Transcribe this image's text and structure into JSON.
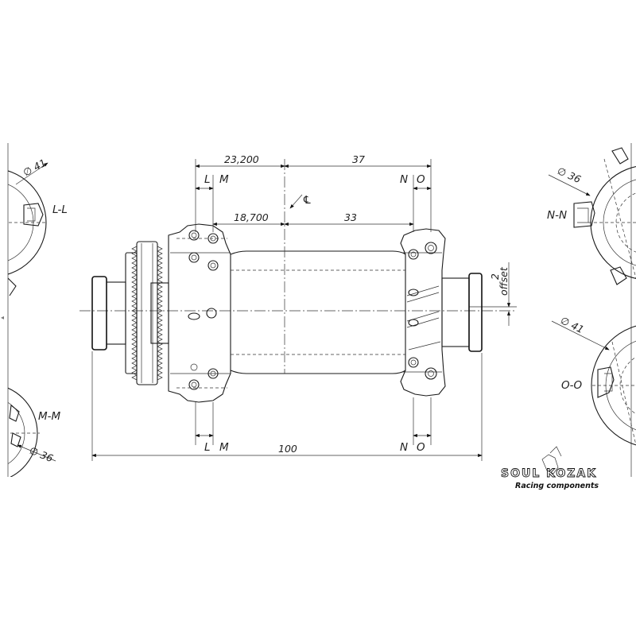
{
  "dimensions": {
    "overall_left_to_flange": "23,200",
    "overall_right_to_flange": "37",
    "inner_left": "18,700",
    "inner_right": "33",
    "total_length": "100",
    "offset_value": "2",
    "offset_label": "offset",
    "centerline_symbol": "℄"
  },
  "section_markers": {
    "top": [
      "L",
      "M",
      "N",
      "O"
    ],
    "bottom": [
      "L",
      "M",
      "N",
      "O"
    ]
  },
  "sections": {
    "ll": {
      "label": "L-L",
      "diameter": "∅ 41"
    },
    "mm": {
      "label": "M-M",
      "diameter": "∅ 36"
    },
    "nn": {
      "label": "N-N",
      "diameter": "∅ 36"
    },
    "oo": {
      "label": "O-O",
      "diameter": "∅ 41"
    }
  },
  "logo": {
    "brand": "SOUL KOZAK",
    "tagline": "Racing components"
  },
  "side_arrow": "◂"
}
